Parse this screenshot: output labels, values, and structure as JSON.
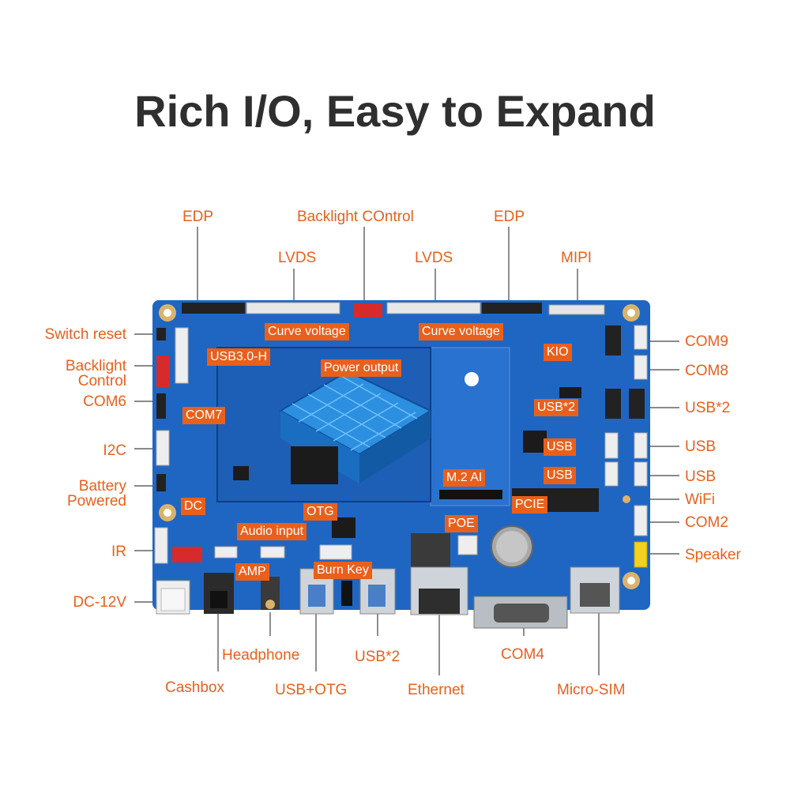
{
  "title": "Rich I/O, Easy to Expand",
  "colors": {
    "accent": "#e8601c",
    "board": "#1f66c2",
    "title": "#2f2f2f"
  },
  "external_labels": {
    "top": [
      "EDP",
      "Backlight COntrol",
      "EDP",
      "LVDS",
      "LVDS",
      "MIPI"
    ],
    "left": [
      "Switch reset",
      "Backlight",
      "Control",
      "COM6",
      "I2C",
      "Battery",
      "Powered",
      "IR",
      "DC-12V"
    ],
    "right": [
      "COM9",
      "COM8",
      "USB*2",
      "USB",
      "USB",
      "WiFi",
      "COM2",
      "Speaker"
    ],
    "bottom": [
      "Headphone",
      "USB*2",
      "COM4",
      "Cashbox",
      "USB+OTG",
      "Ethernet",
      "Micro-SIM"
    ]
  },
  "board_tags": [
    "Curve voltage",
    "Curve voltage",
    "USB3.0-H",
    "Power output",
    "KIO",
    "COM7",
    "USB*2",
    "USB",
    "USB",
    "M.2 AI",
    "PCIE",
    "DC",
    "OTG",
    "Audio input",
    "POE",
    "AMP",
    "Burn Key"
  ]
}
